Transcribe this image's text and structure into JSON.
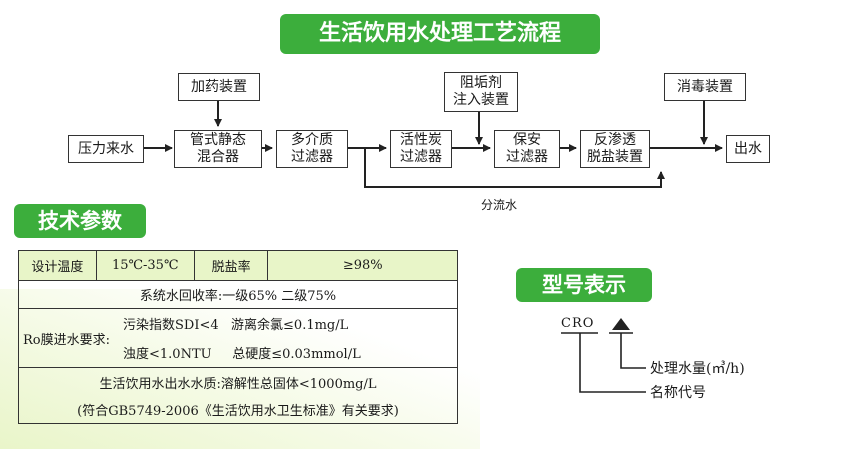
{
  "title": "生活饮用水处理工艺流程",
  "flow": {
    "source": "压力来水",
    "dosing": "加药装置",
    "mixer_l1": "管式静态",
    "mixer_l2": "混合器",
    "media_l1": "多介质",
    "media_l2": "过滤器",
    "antiscalant_l1": "阻垢剂",
    "antiscalant_l2": "注入装置",
    "carbon_l1": "活性炭",
    "carbon_l2": "过滤器",
    "security_l1": "保安",
    "security_l2": "过滤器",
    "ro_l1": "反渗透",
    "ro_l2": "脱盐装置",
    "disinfect": "消毒装置",
    "outlet": "出水",
    "bypass": "分流水"
  },
  "params": {
    "heading": "技术参数",
    "temp_label": "设计温度",
    "temp_value": "15℃-35℃",
    "desal_label": "脱盐率",
    "desal_value": "≥98%",
    "recovery": "系统水回收率:一级65%   二级75%",
    "ro_label": "Ro膜进水要求:",
    "ro_req1": "污染指数SDI<4   游离余氯≤0.1mg/L",
    "ro_req2": "浊度<1.0NTU     总硬度≤0.03mmol/L",
    "quality_l1": "生活饮用水出水水质:溶解性总固体<1000mg/L",
    "quality_l2": "(符合GB5749-2006《生活饮用水卫生标准》有关要求)"
  },
  "model": {
    "heading": "型号表示",
    "code": "CRO",
    "capacity": "处理水量(㎥/h)",
    "name_code": "名称代号"
  }
}
